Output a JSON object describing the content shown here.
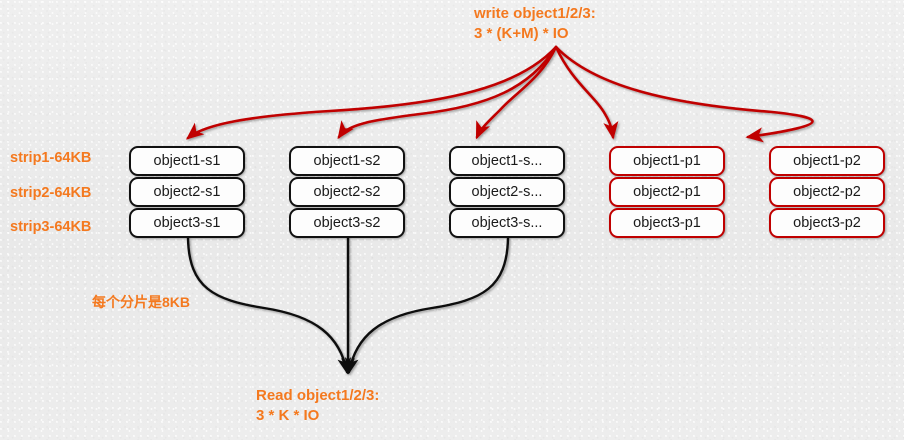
{
  "diagram": {
    "title_top": "write object1/2/3:\n3 * (K+M) * IO",
    "title_bottom": "Read object1/2/3:\n3 * K * IO",
    "shard_note": "每个分片是8KB",
    "colors": {
      "annotation_orange": "#F4791F",
      "data_border": "#111111",
      "parity_border": "#C00000",
      "write_arrow": "#C00000",
      "read_arrow": "#111111",
      "background": "#ededed"
    }
  },
  "strip_labels": [
    {
      "text": "strip1-64KB"
    },
    {
      "text": "strip2-64KB"
    },
    {
      "text": "strip3-64KB"
    }
  ],
  "columns": [
    {
      "kind": "data",
      "cells": [
        {
          "text": "object1-s1"
        },
        {
          "text": "object2-s1"
        },
        {
          "text": "object3-s1"
        }
      ]
    },
    {
      "kind": "data",
      "cells": [
        {
          "text": "object1-s2"
        },
        {
          "text": "object2-s2"
        },
        {
          "text": "object3-s2"
        }
      ]
    },
    {
      "kind": "data",
      "cells": [
        {
          "text": "object1-s..."
        },
        {
          "text": "object2-s..."
        },
        {
          "text": "object3-s..."
        }
      ]
    },
    {
      "kind": "parity",
      "cells": [
        {
          "text": "object1-p1"
        },
        {
          "text": "object2-p1"
        },
        {
          "text": "object3-p1"
        }
      ]
    },
    {
      "kind": "parity",
      "cells": [
        {
          "text": "object1-p2"
        },
        {
          "text": "object2-p2"
        },
        {
          "text": "object3-p2"
        }
      ]
    }
  ]
}
